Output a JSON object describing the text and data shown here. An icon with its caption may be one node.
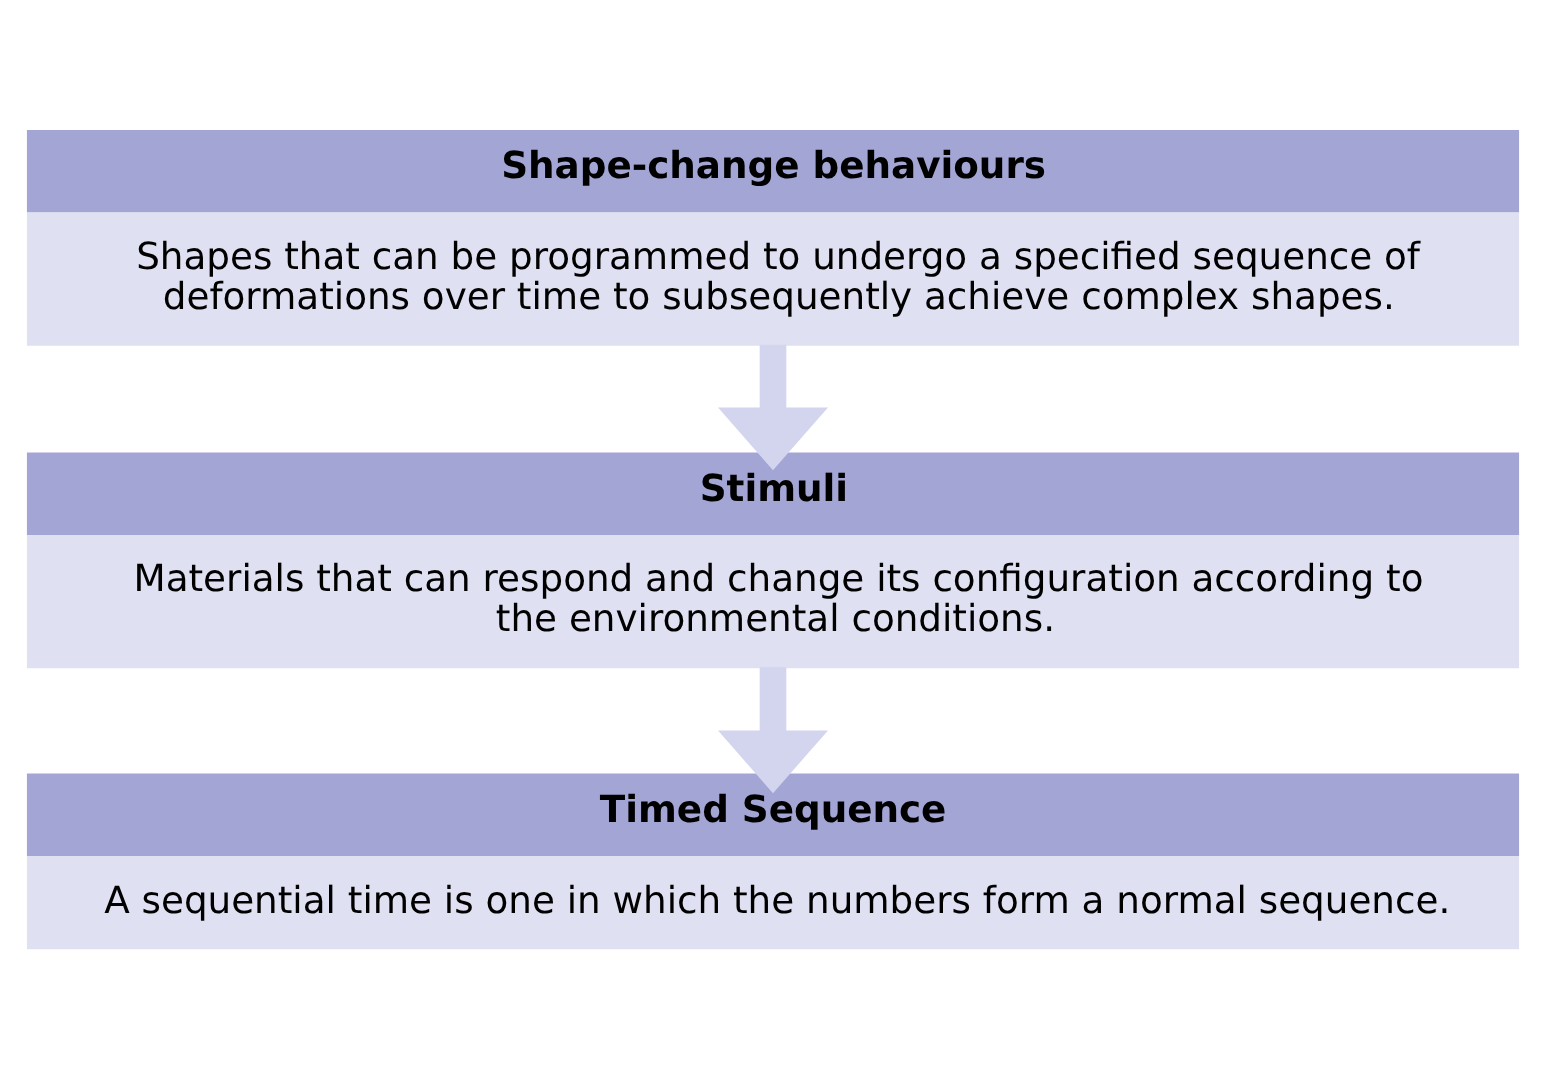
{
  "diagram": {
    "nodes": [
      {
        "text": [
          "Shape-change behaviours",
          "Shapes that can be programmed to undergo a specified sequence of deformations over time to subsequently achieve complex shapes."
        ]
      },
      {
        "text": [
          "Stimuli",
          "Materials that can respond and change its configuration according to the environmental conditions."
        ]
      },
      {
        "text": [
          "Timed Sequence",
          "A sequential time is one in which the numbers form a normal sequence."
        ]
      }
    ],
    "edges": [
      {
        "from": 0,
        "to": 1,
        "arrow": "to"
      },
      {
        "from": 1,
        "to": 2,
        "arrow": "to"
      }
    ]
  }
}
